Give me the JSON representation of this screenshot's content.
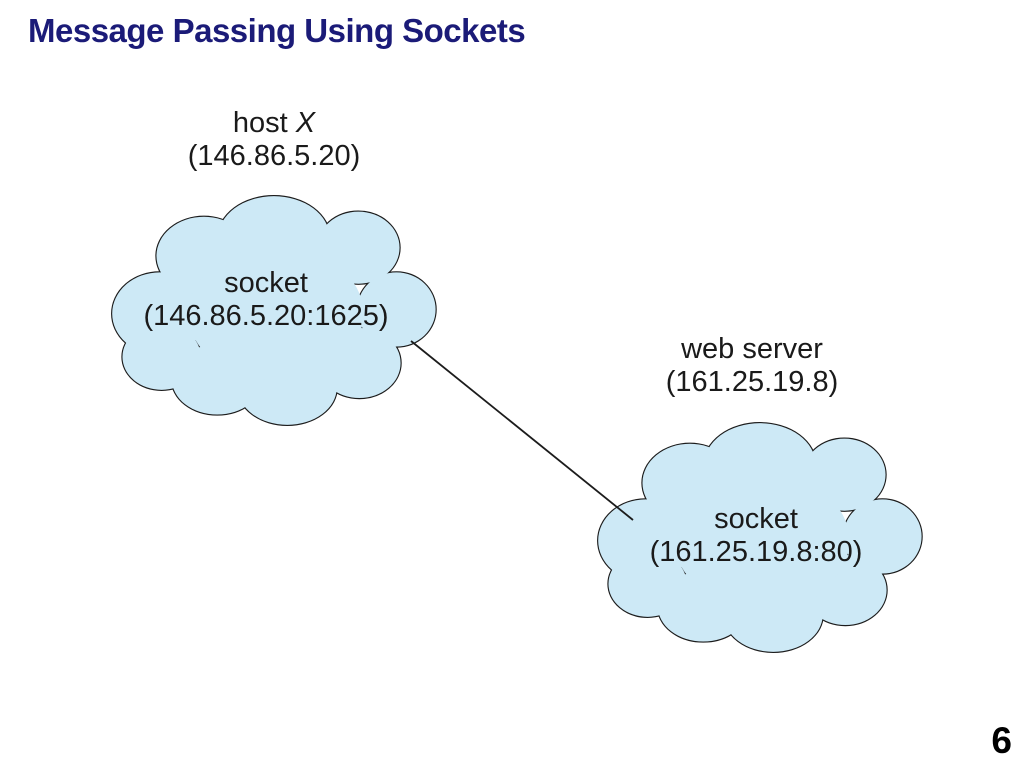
{
  "slide": {
    "title": "Message Passing Using Sockets",
    "page_number": "6"
  },
  "diagram": {
    "host": {
      "name_prefix": "host ",
      "name_emph": "X",
      "ip": "(146.86.5.20)",
      "socket_label": "socket",
      "socket_address": "(146.86.5.20:1625)"
    },
    "web_server": {
      "name": "web server",
      "ip": "(161.25.19.8)",
      "socket_label": "socket",
      "socket_address": "(161.25.19.8:80)"
    },
    "connection": {
      "from": "host-socket",
      "to": "server-socket"
    },
    "colors": {
      "cloud_fill": "#cde9f6",
      "cloud_outline": "#1c1c1c",
      "title": "#1b1b78",
      "text": "#1a1a1a"
    }
  }
}
